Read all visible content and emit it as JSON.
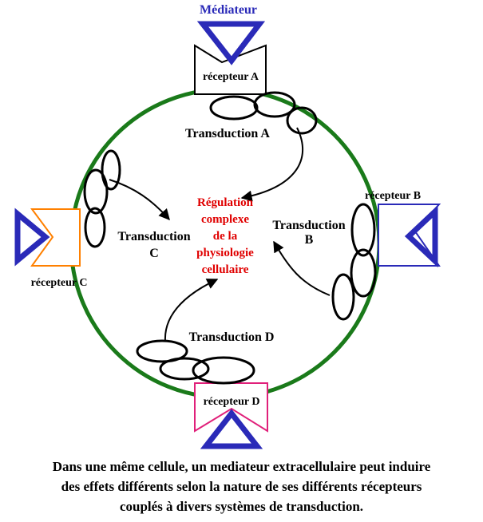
{
  "title": "Médiateur",
  "center_label": [
    "Régulation",
    "complexe",
    "de la",
    "physiologie",
    "cellulaire"
  ],
  "receptors": {
    "a": "récepteur A",
    "b": "récepteur B",
    "c": "récepteur C",
    "d": "récepteur D"
  },
  "transductions": {
    "a": "Transduction A",
    "b": [
      "Transduction",
      "B"
    ],
    "c": [
      "Transduction",
      "C"
    ],
    "d": "Transduction D"
  },
  "caption": [
    "Dans une même cellule, un mediateur extracellulaire peut induire",
    "des effets  différents selon la nature de ses différents récepteurs",
    "couplés à divers systèmes de transduction."
  ],
  "colors": {
    "membrane": "#1a7a1a",
    "ligand": "#2a2ab8",
    "receptor_a": "#000000",
    "receptor_b": "#2a2ab8",
    "receptor_c": "#ff8000",
    "receptor_d": "#e0207a",
    "center_text": "#e00000"
  }
}
